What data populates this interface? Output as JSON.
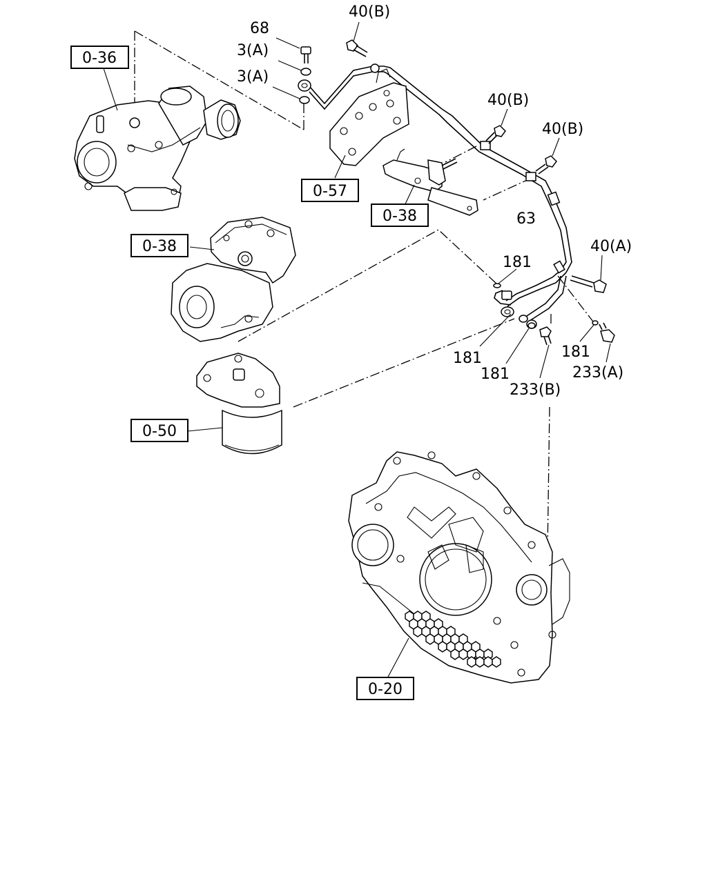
{
  "ref_boxes": {
    "turbocharger": "0-36",
    "bracket": "0-57",
    "lever_bracket": "0-38",
    "air_compressor": "0-38",
    "oil_filter": "0-50",
    "flywheel_housing": "0-20"
  },
  "callouts": {
    "bolt_68": "68",
    "washer_3a_upper": "3(A)",
    "washer_3a_lower": "3(A)",
    "bolt_40b_top": "40(B)",
    "bolt_40b_mid": "40(B)",
    "bolt_40b_right": "40(B)",
    "pipe_63": "63",
    "bolt_40a": "40(A)",
    "gasket_181_top": "181",
    "gasket_181_left": "181",
    "gasket_181_mid": "181",
    "gasket_181_right": "181",
    "bolt_233a": "233(A)",
    "bolt_233b": "233(B)"
  }
}
